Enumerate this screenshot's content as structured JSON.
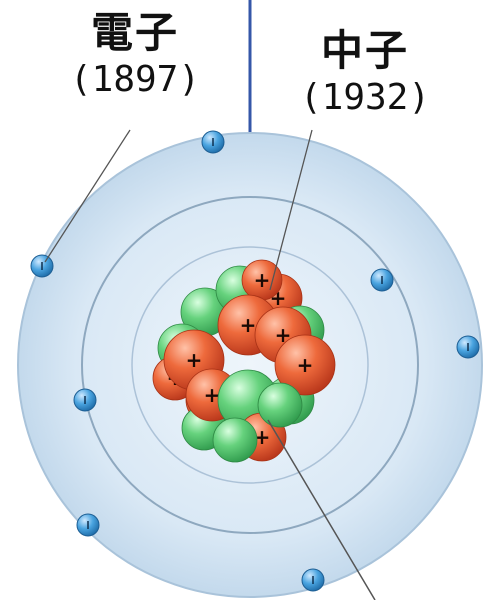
{
  "labels": {
    "electron": {
      "name": "電子",
      "year": "(1897)"
    },
    "neutron": {
      "name": "中子",
      "year": "(1932)"
    }
  },
  "colors": {
    "orbit_fill": "#d7e7f4",
    "orbit_line": "#9fb8cf",
    "proton": "#e2512b",
    "neutron": "#5ccc76",
    "electron": "#3d96d6",
    "blue_line": "#3557a8",
    "pointer_line": "#555555"
  },
  "icons": {
    "proton_sign": "+",
    "neutron_mark": "|"
  }
}
